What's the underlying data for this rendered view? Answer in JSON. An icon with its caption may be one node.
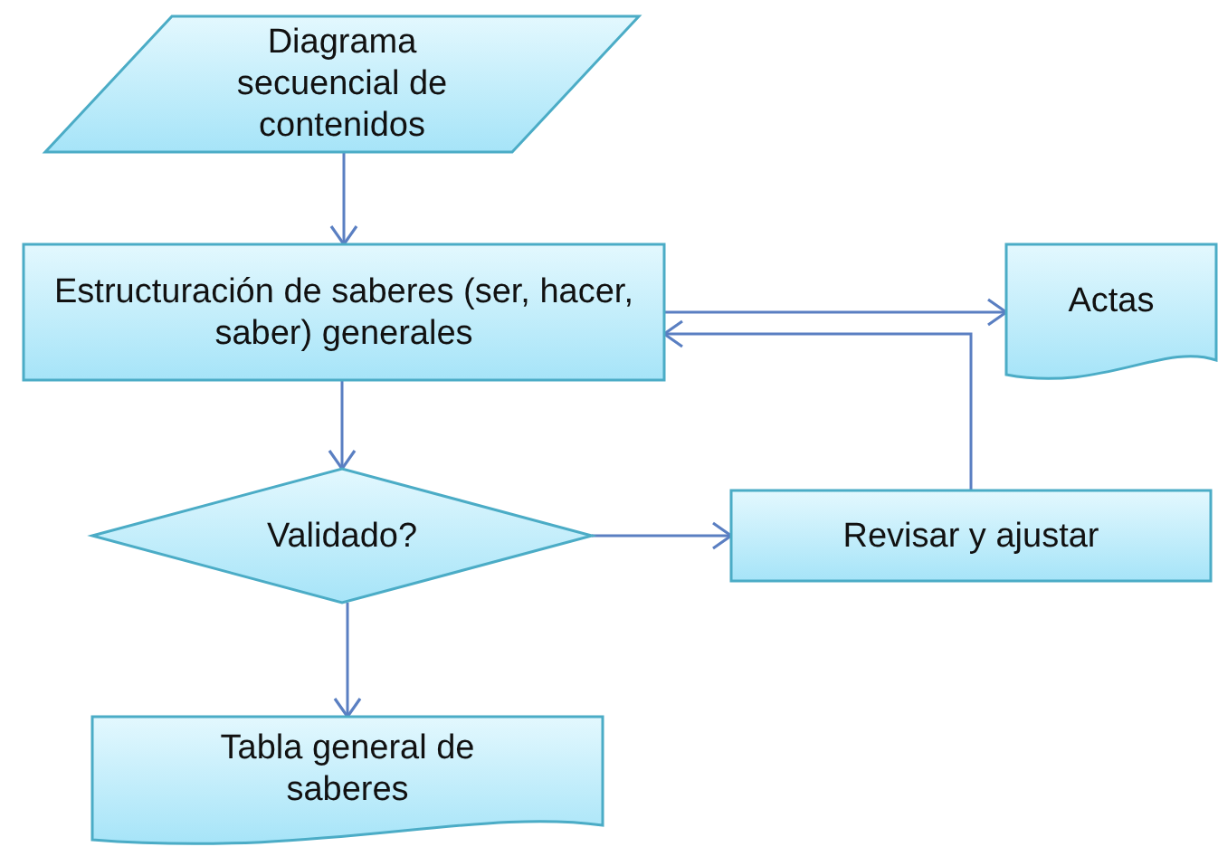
{
  "diagram": {
    "nodes": [
      {
        "text": [
          "Diagrama secuencial de contenidos"
        ]
      },
      {
        "text": [
          "Estructuración de saberes (ser, hacer, saber) generales"
        ]
      },
      {
        "text": [
          "Actas"
        ]
      },
      {
        "text": [
          "Validado?"
        ]
      },
      {
        "text": [
          "Revisar y ajustar"
        ]
      },
      {
        "text": [
          "Tabla general de saberes"
        ]
      }
    ],
    "edges": [
      {
        "from": 0,
        "to": 1,
        "arrow": "to"
      },
      {
        "from": 1,
        "to": 2,
        "arrow": "to"
      },
      {
        "from": 4,
        "to": 1,
        "arrow": "to"
      },
      {
        "from": 1,
        "to": 3,
        "arrow": "to"
      },
      {
        "from": 3,
        "to": 4,
        "arrow": "to"
      },
      {
        "from": 3,
        "to": 5,
        "arrow": "to"
      }
    ]
  }
}
